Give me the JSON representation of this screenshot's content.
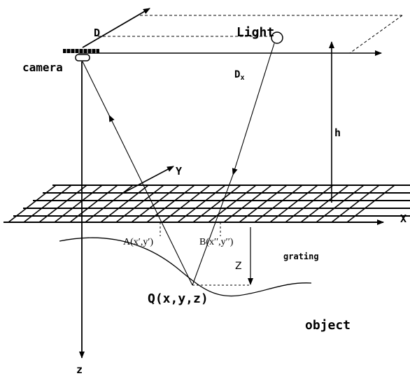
{
  "labels": {
    "camera": "camera",
    "light": "Light",
    "d_top": "D",
    "d_x": "D",
    "d_x_sub": "x",
    "h": "h",
    "y_axis": "Y",
    "x_axis": "X",
    "point_a": "A(x′,y′)",
    "point_b": "B(x′′,y′′)",
    "z_depth": "Z",
    "grating": "grating",
    "point_q": "Q(x,y,z)",
    "object": "object",
    "z_axis": "z"
  },
  "colors": {
    "ink": "#000000",
    "background": "#ffffff"
  }
}
